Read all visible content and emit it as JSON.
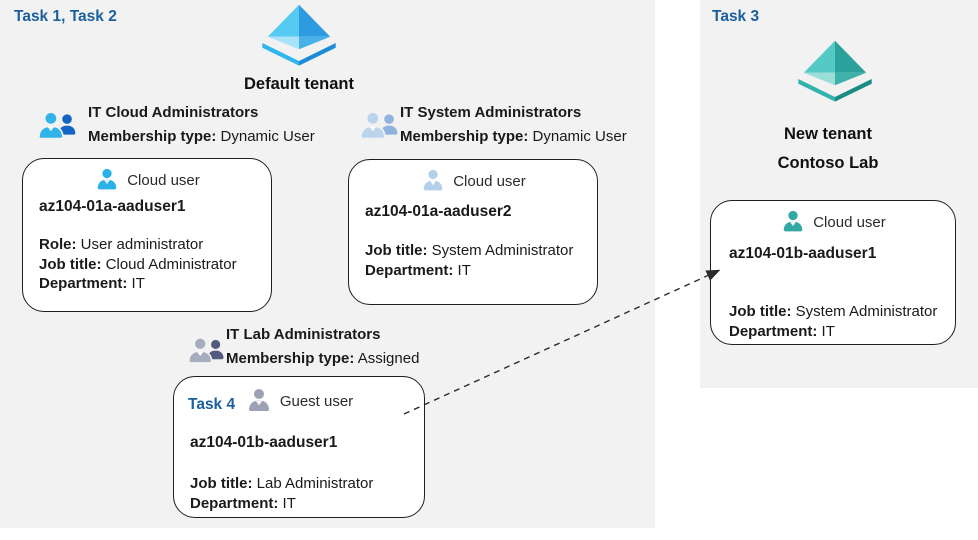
{
  "left_panel": {
    "task_label": "Task 1, Task 2",
    "tenant_label": "Default tenant"
  },
  "right_panel": {
    "task_label": "Task 3",
    "tenant_label_line1": "New tenant",
    "tenant_label_line2": "Contoso Lab"
  },
  "groups": [
    {
      "name": "IT Cloud Administrators",
      "membership_label": "Membership type:",
      "membership_value": "Dynamic User"
    },
    {
      "name": "IT System Administrators",
      "membership_label": "Membership type:",
      "membership_value": "Dynamic User"
    },
    {
      "name": "IT Lab Administrators",
      "membership_label": "Membership type:",
      "membership_value": "Assigned"
    }
  ],
  "cards": [
    {
      "user_type": "Cloud user",
      "name": "az104-01a-aaduser1",
      "fields": [
        {
          "label": "Role:",
          "value": "User administrator"
        },
        {
          "label": "Job title:",
          "value": "Cloud Administrator"
        },
        {
          "label": "Department:",
          "value": "IT"
        }
      ]
    },
    {
      "user_type": "Cloud user",
      "name": "az104-01a-aaduser2",
      "fields": [
        {
          "label": "Job title:",
          "value": "System Administrator"
        },
        {
          "label": "Department:",
          "value": "IT"
        }
      ]
    },
    {
      "task_label": "Task 4",
      "user_type": "Guest user",
      "name": "az104-01b-aaduser1",
      "fields": [
        {
          "label": "Job title:",
          "value": "Lab Administrator"
        },
        {
          "label": "Department:",
          "value": "IT"
        }
      ]
    },
    {
      "user_type": "Cloud user",
      "name": "az104-01b-aaduser1",
      "fields": [
        {
          "label": "Job title:",
          "value": "System Administrator"
        },
        {
          "label": "Department:",
          "value": "IT"
        }
      ]
    }
  ],
  "colors": {
    "panel_bg": "#F2F2F2",
    "task_label": "#1A5F9E",
    "text": "#1A1A1A",
    "card_border": "#1F1F1F",
    "tenant_blue": {
      "top_left": "#55CBF3",
      "top_right": "#2E9BE0",
      "bottom_left": "#A9E3F9",
      "bottom_right": "#46B1E8",
      "base_left": "#2FB6EE",
      "base_right": "#1A8CD8"
    },
    "tenant_teal": {
      "top_left": "#55CAC4",
      "top_right": "#2AA29B",
      "bottom_left": "#9ADED9",
      "bottom_right": "#3FB1AA",
      "base_left": "#32B3AB",
      "base_right": "#178B84"
    },
    "group_cloud": {
      "front": "#2FB3E9",
      "back": "#1265C5"
    },
    "group_system": {
      "front": "#BBD4EE",
      "back": "#8FB3DC"
    },
    "group_lab": {
      "front": "#A7ACBE",
      "back": "#525A7E"
    },
    "user_cloud_blue": "#29B2E8",
    "user_cloud_pale": "#B3CFEA",
    "user_guest_gray": "#9CA2B4",
    "user_cloud_teal": "#31A8A3",
    "arrow": "#2B2B2B"
  }
}
